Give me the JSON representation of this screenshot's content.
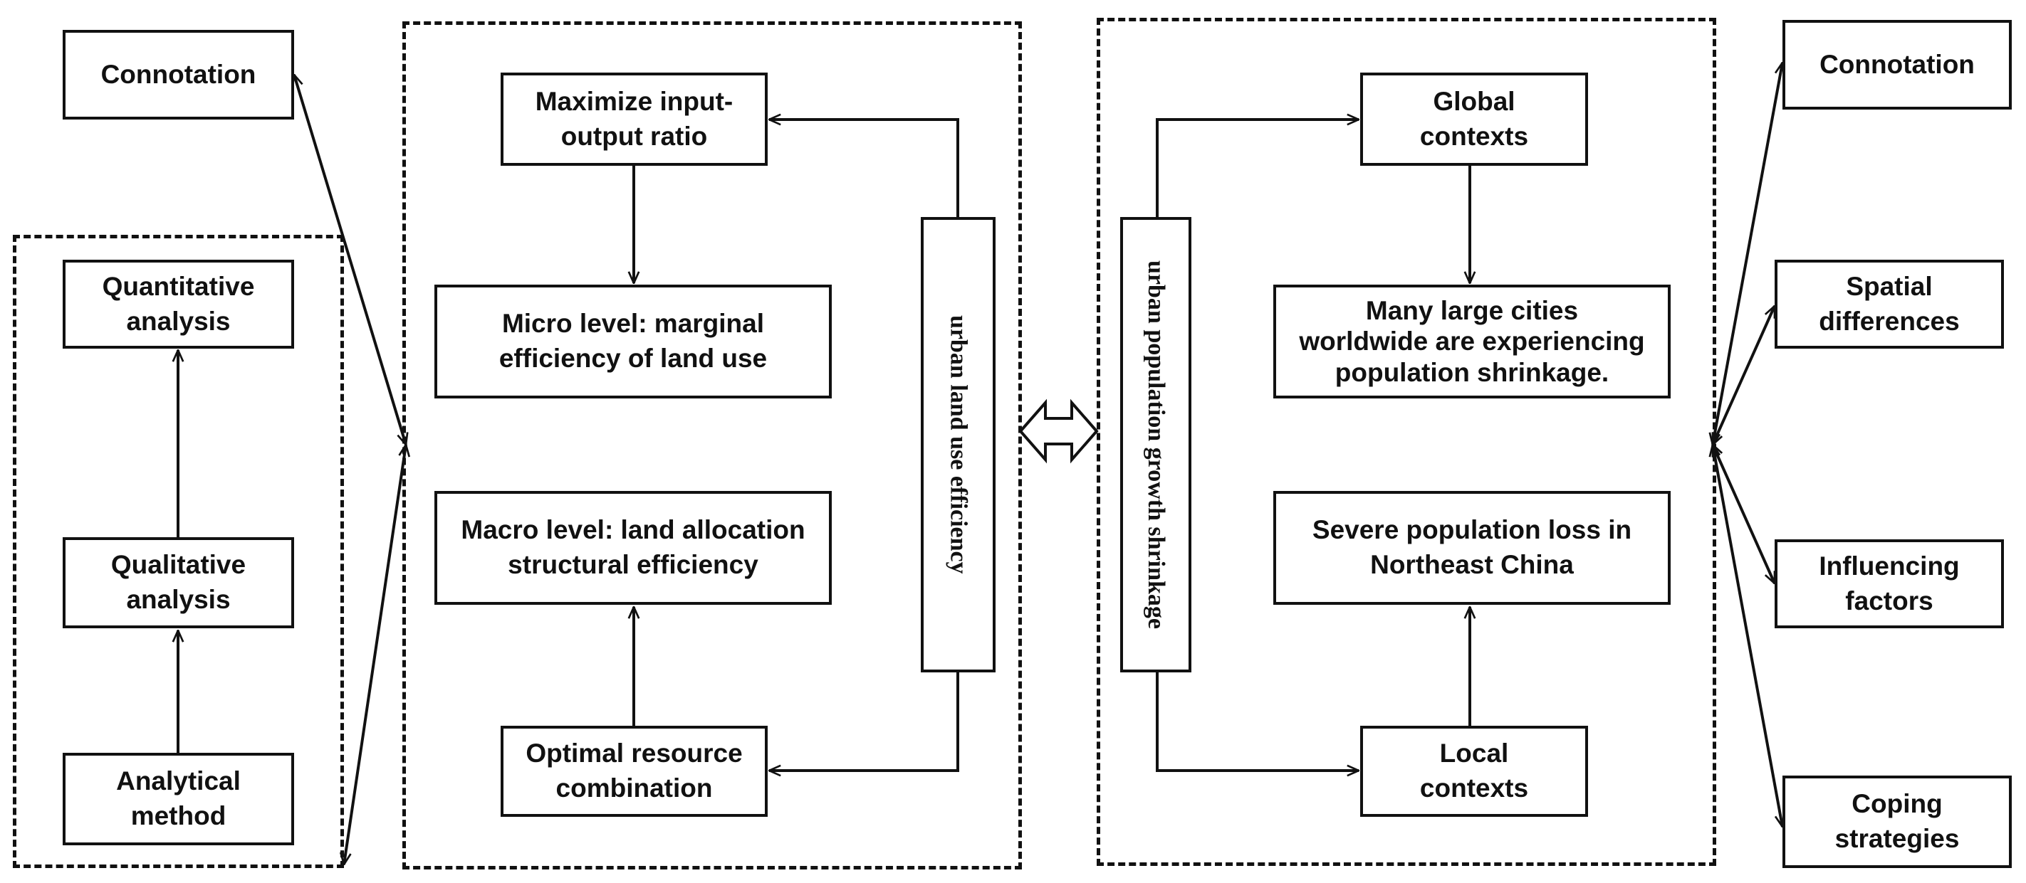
{
  "left_panel": {
    "connotation": "Connotation",
    "quantitative": [
      "Quantitative",
      "analysis"
    ],
    "qualitative": [
      "Qualitative",
      "analysis"
    ],
    "analytical": [
      "Analytical",
      "method"
    ]
  },
  "land_panel": {
    "maximize": [
      "Maximize input-",
      "output ratio"
    ],
    "micro": [
      "Micro level: marginal",
      "efficiency of land use"
    ],
    "macro": [
      "Macro level: land allocation",
      "structural efficiency"
    ],
    "optimal": [
      "Optimal resource",
      "combination"
    ],
    "vertical_label": "urban land use efficiency"
  },
  "population_panel": {
    "vertical_label": "urban population growth shrinkage",
    "global": [
      "Global",
      "contexts"
    ],
    "many": [
      "Many large cities",
      "worldwide are experiencing",
      "population shrinkage."
    ],
    "severe": [
      "Severe population loss in",
      "Northeast China"
    ],
    "local": [
      "Local",
      "contexts"
    ]
  },
  "right_panel": {
    "connotation": "Connotation",
    "spatial": [
      "Spatial",
      "differences"
    ],
    "influencing": [
      "Influencing",
      "factors"
    ],
    "coping": [
      "Coping",
      "strategies"
    ]
  }
}
